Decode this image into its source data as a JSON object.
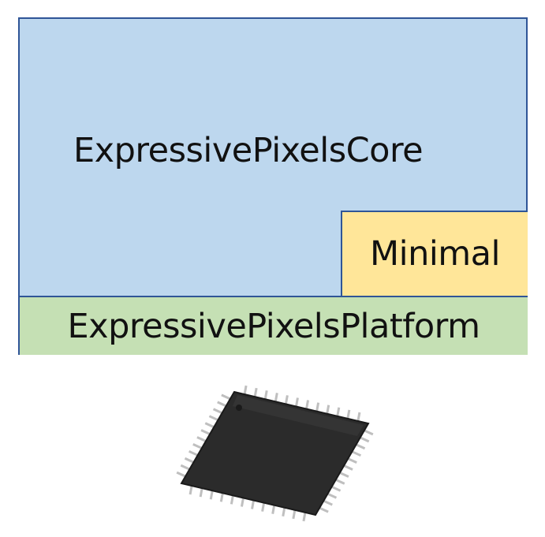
{
  "layers": {
    "core": {
      "label": "ExpressivePixelsCore"
    },
    "minimal": {
      "label": "Minimal"
    },
    "platform": {
      "label": "ExpressivePixelsPlatform"
    }
  },
  "colors": {
    "border": "#2f5597",
    "core_fill": "#bdd7ee",
    "minimal_fill": "#ffe699",
    "platform_fill": "#c5e0b4",
    "chip_body": "#2b2b2b",
    "chip_pins": "#bfbfbf"
  },
  "icons": {
    "chip": "microcontroller-chip-icon"
  }
}
